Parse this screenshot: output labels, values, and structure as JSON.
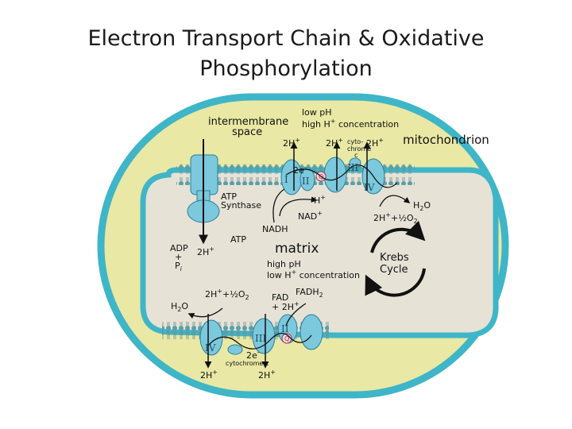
{
  "title": {
    "line1": "Electron Transport Chain & Oxidative",
    "line2": "Phosphorylation"
  },
  "colors": {
    "outer_membrane": "#3fb5c8",
    "intermembrane_space": "#e9e8a4",
    "matrix": "#e6e2d6",
    "protein": "#7cc8dd",
    "protein_stroke": "#2a7f97",
    "lipid_head": "#5a9fa8",
    "arrow": "#111111"
  },
  "labels": {
    "intermembrane_space": [
      "intermembrane",
      "space"
    ],
    "low_ph": [
      "low pH",
      "high H",
      "+",
      " concentration"
    ],
    "mitochondrion": "mitochondrion",
    "matrix": "matrix",
    "high_ph": [
      "high pH",
      "low H",
      "+",
      " concentration"
    ],
    "krebs": [
      "Krebs",
      "Cycle"
    ],
    "atp_synthase": [
      "ATP",
      "Synthase"
    ],
    "atp": "ATP",
    "adp": [
      "ADP",
      "+",
      "P",
      "i"
    ],
    "nadh": "NADH",
    "nad": "NAD",
    "nad_sup": "+",
    "h_plus": "H",
    "h_sup": "+",
    "two_h": "2H",
    "two_e": "2e",
    "two_e_sup": "-",
    "h2o": "H",
    "h2o_sub": "2",
    "h2o_o": "O",
    "half_o2": "+½O",
    "half_o2_sub": "2",
    "cytochrome_top": [
      "cyto-",
      "chrome",
      "c"
    ],
    "cytochrome_bottom": "cytochrome  c",
    "fad": [
      "FAD",
      "+ 2H"
    ],
    "fadh2": "FADH",
    "fadh2_sub": "2",
    "q": "Q",
    "complex_I": "I",
    "complex_II": "II",
    "complex_III": "III",
    "complex_IV": "IV"
  }
}
